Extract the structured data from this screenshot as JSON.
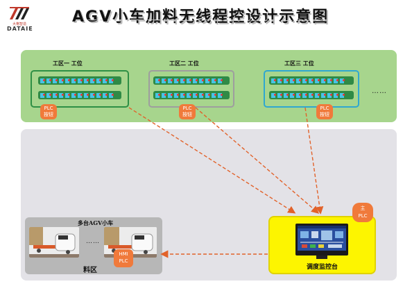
{
  "header": {
    "title": "AGV小车加料无线程控设计示意图",
    "logo_small": "大格智造",
    "logo_text": "DATAIE"
  },
  "stations": [
    {
      "label": "工区一  工位",
      "badge_line1": "PLC",
      "badge_line2": "按钮",
      "frame_color": "#2e8f45"
    },
    {
      "label": "工区二  工位",
      "badge_line1": "PLC",
      "badge_line2": "按钮",
      "frame_color": "#9e9e9e"
    },
    {
      "label": "工区三  工位",
      "badge_line1": "PLC",
      "badge_line2": "按钮",
      "frame_color": "#2fa7d0"
    }
  ],
  "more_stations": "……",
  "material_area": {
    "title": "多台AGV小车",
    "dots": "……",
    "label": "料区",
    "badge_line1": "HMI",
    "badge_line2": "PLC"
  },
  "control_station": {
    "label": "调度监控台",
    "badge_line1": "主",
    "badge_line2": "PLC"
  },
  "colors": {
    "top_panel": "#a7d58d",
    "bottom_panel": "#e3e2e7",
    "badge": "#f07a3b",
    "arrow": "#e2622a",
    "control_bg": "#fdf500"
  }
}
